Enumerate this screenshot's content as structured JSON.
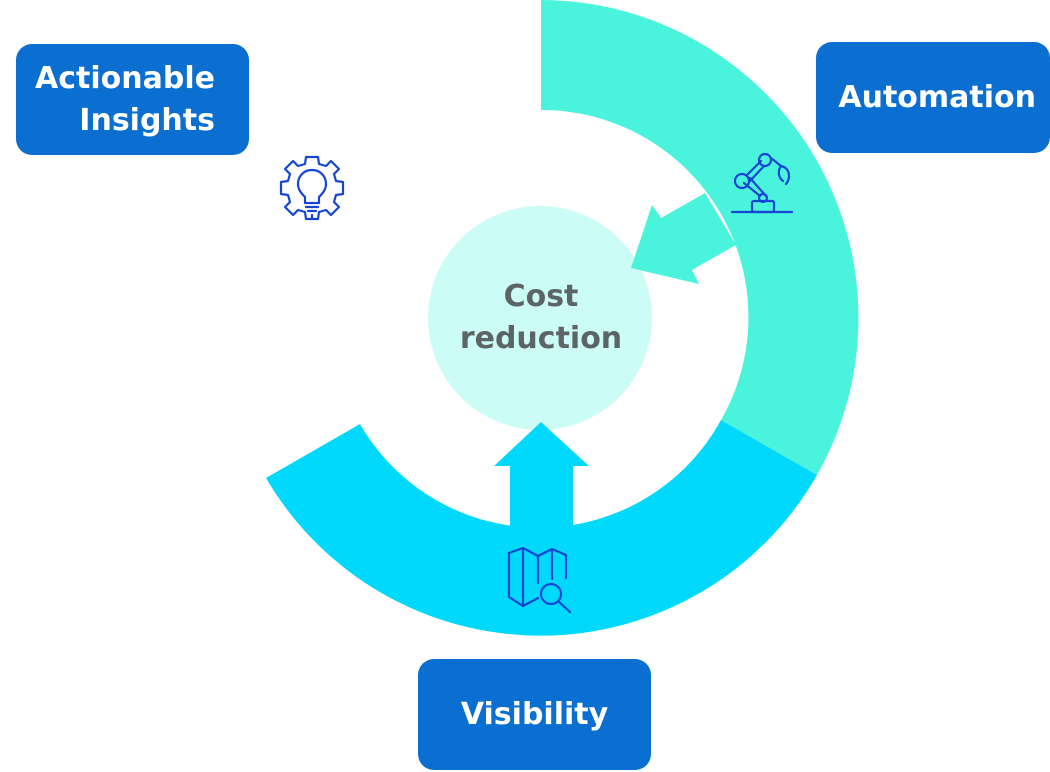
{
  "colors": {
    "box": "#0B6ED1",
    "ring_top": "#4AF4DC",
    "ring_bottom": "#00D9FC",
    "center": "#CBFCF6",
    "center_text": "#5C6466",
    "icon": "#1645D6"
  },
  "icons": [
    "lightbulb-gear-icon",
    "robotic-arm-icon",
    "map-search-icon"
  ],
  "labels": {
    "insights_line1": "Actionable",
    "insights_line2": "Insights",
    "automation": "Automation",
    "visibility": "Visibility"
  },
  "center": {
    "line1": "Cost",
    "line2": "reduction"
  }
}
